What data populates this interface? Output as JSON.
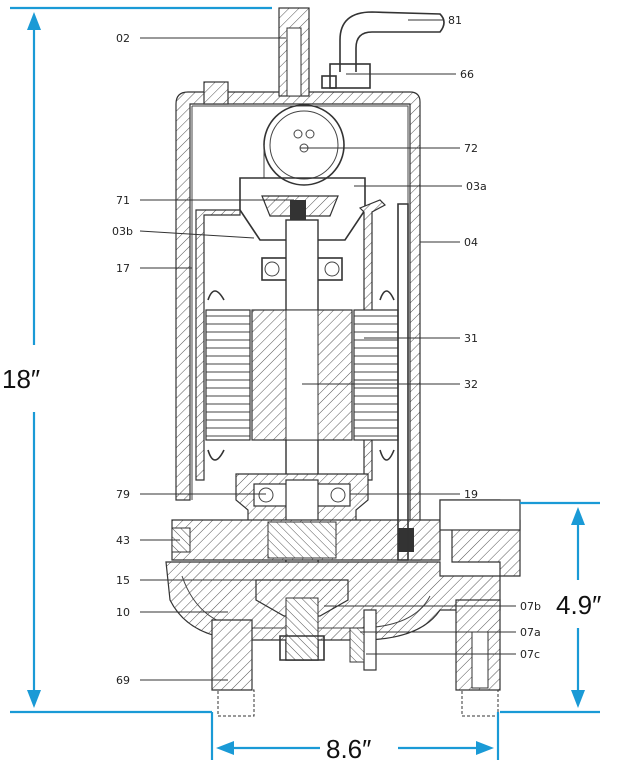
{
  "dimensions": {
    "height_total": "18″",
    "height_outlet": "4.9″",
    "width_base": "8.6″"
  },
  "parts": [
    {
      "id": "label_02",
      "text": "02"
    },
    {
      "id": "label_81",
      "text": "81"
    },
    {
      "id": "label_66",
      "text": "66"
    },
    {
      "id": "label_72",
      "text": "72"
    },
    {
      "id": "label_03a",
      "text": "03a"
    },
    {
      "id": "label_71",
      "text": "71"
    },
    {
      "id": "label_03b",
      "text": "03b"
    },
    {
      "id": "label_04",
      "text": "04"
    },
    {
      "id": "label_17",
      "text": "17"
    },
    {
      "id": "label_31",
      "text": "31"
    },
    {
      "id": "label_32",
      "text": "32"
    },
    {
      "id": "label_79",
      "text": "79"
    },
    {
      "id": "label_19",
      "text": "19"
    },
    {
      "id": "label_43",
      "text": "43"
    },
    {
      "id": "label_15",
      "text": "15"
    },
    {
      "id": "label_10",
      "text": "10"
    },
    {
      "id": "label_07b",
      "text": "07b"
    },
    {
      "id": "label_07a",
      "text": "07a"
    },
    {
      "id": "label_07c",
      "text": "07c"
    },
    {
      "id": "label_69",
      "text": "69"
    }
  ],
  "colors": {
    "dimension_line": "#1a9ad6",
    "drawing_line": "#333333"
  }
}
